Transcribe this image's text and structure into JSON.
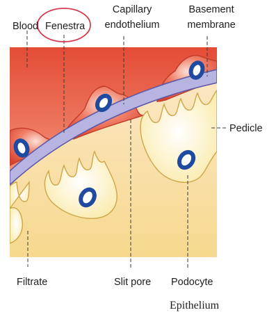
{
  "labels": {
    "blood": "Blood",
    "fenestra": "Fenestra",
    "capillary_endothelium_line1": "Capillary",
    "capillary_endothelium_line2": "endothelium",
    "basement_membrane_line1": "Basement",
    "basement_membrane_line2": "membrane",
    "pedicle": "Pedicle",
    "filtrate": "Filtrate",
    "slit_pore": "Slit pore",
    "podocyte": "Podocyte",
    "epithelium": "Epithelium"
  },
  "colors": {
    "blood_top": "#e5533c",
    "blood_bottom": "#fbd3c0",
    "filtrate": "#f8dda0",
    "membrane": "#b9b5e2",
    "endothelium_cell": "#ea5e45",
    "podocyte_cell": "#fff3c4",
    "nucleus": "#1f4aa0",
    "highlight_circle": "#d43c4f"
  },
  "icons": {
    "nucleus": "cell-nucleus",
    "highlight": "red-ellipse-highlight"
  }
}
